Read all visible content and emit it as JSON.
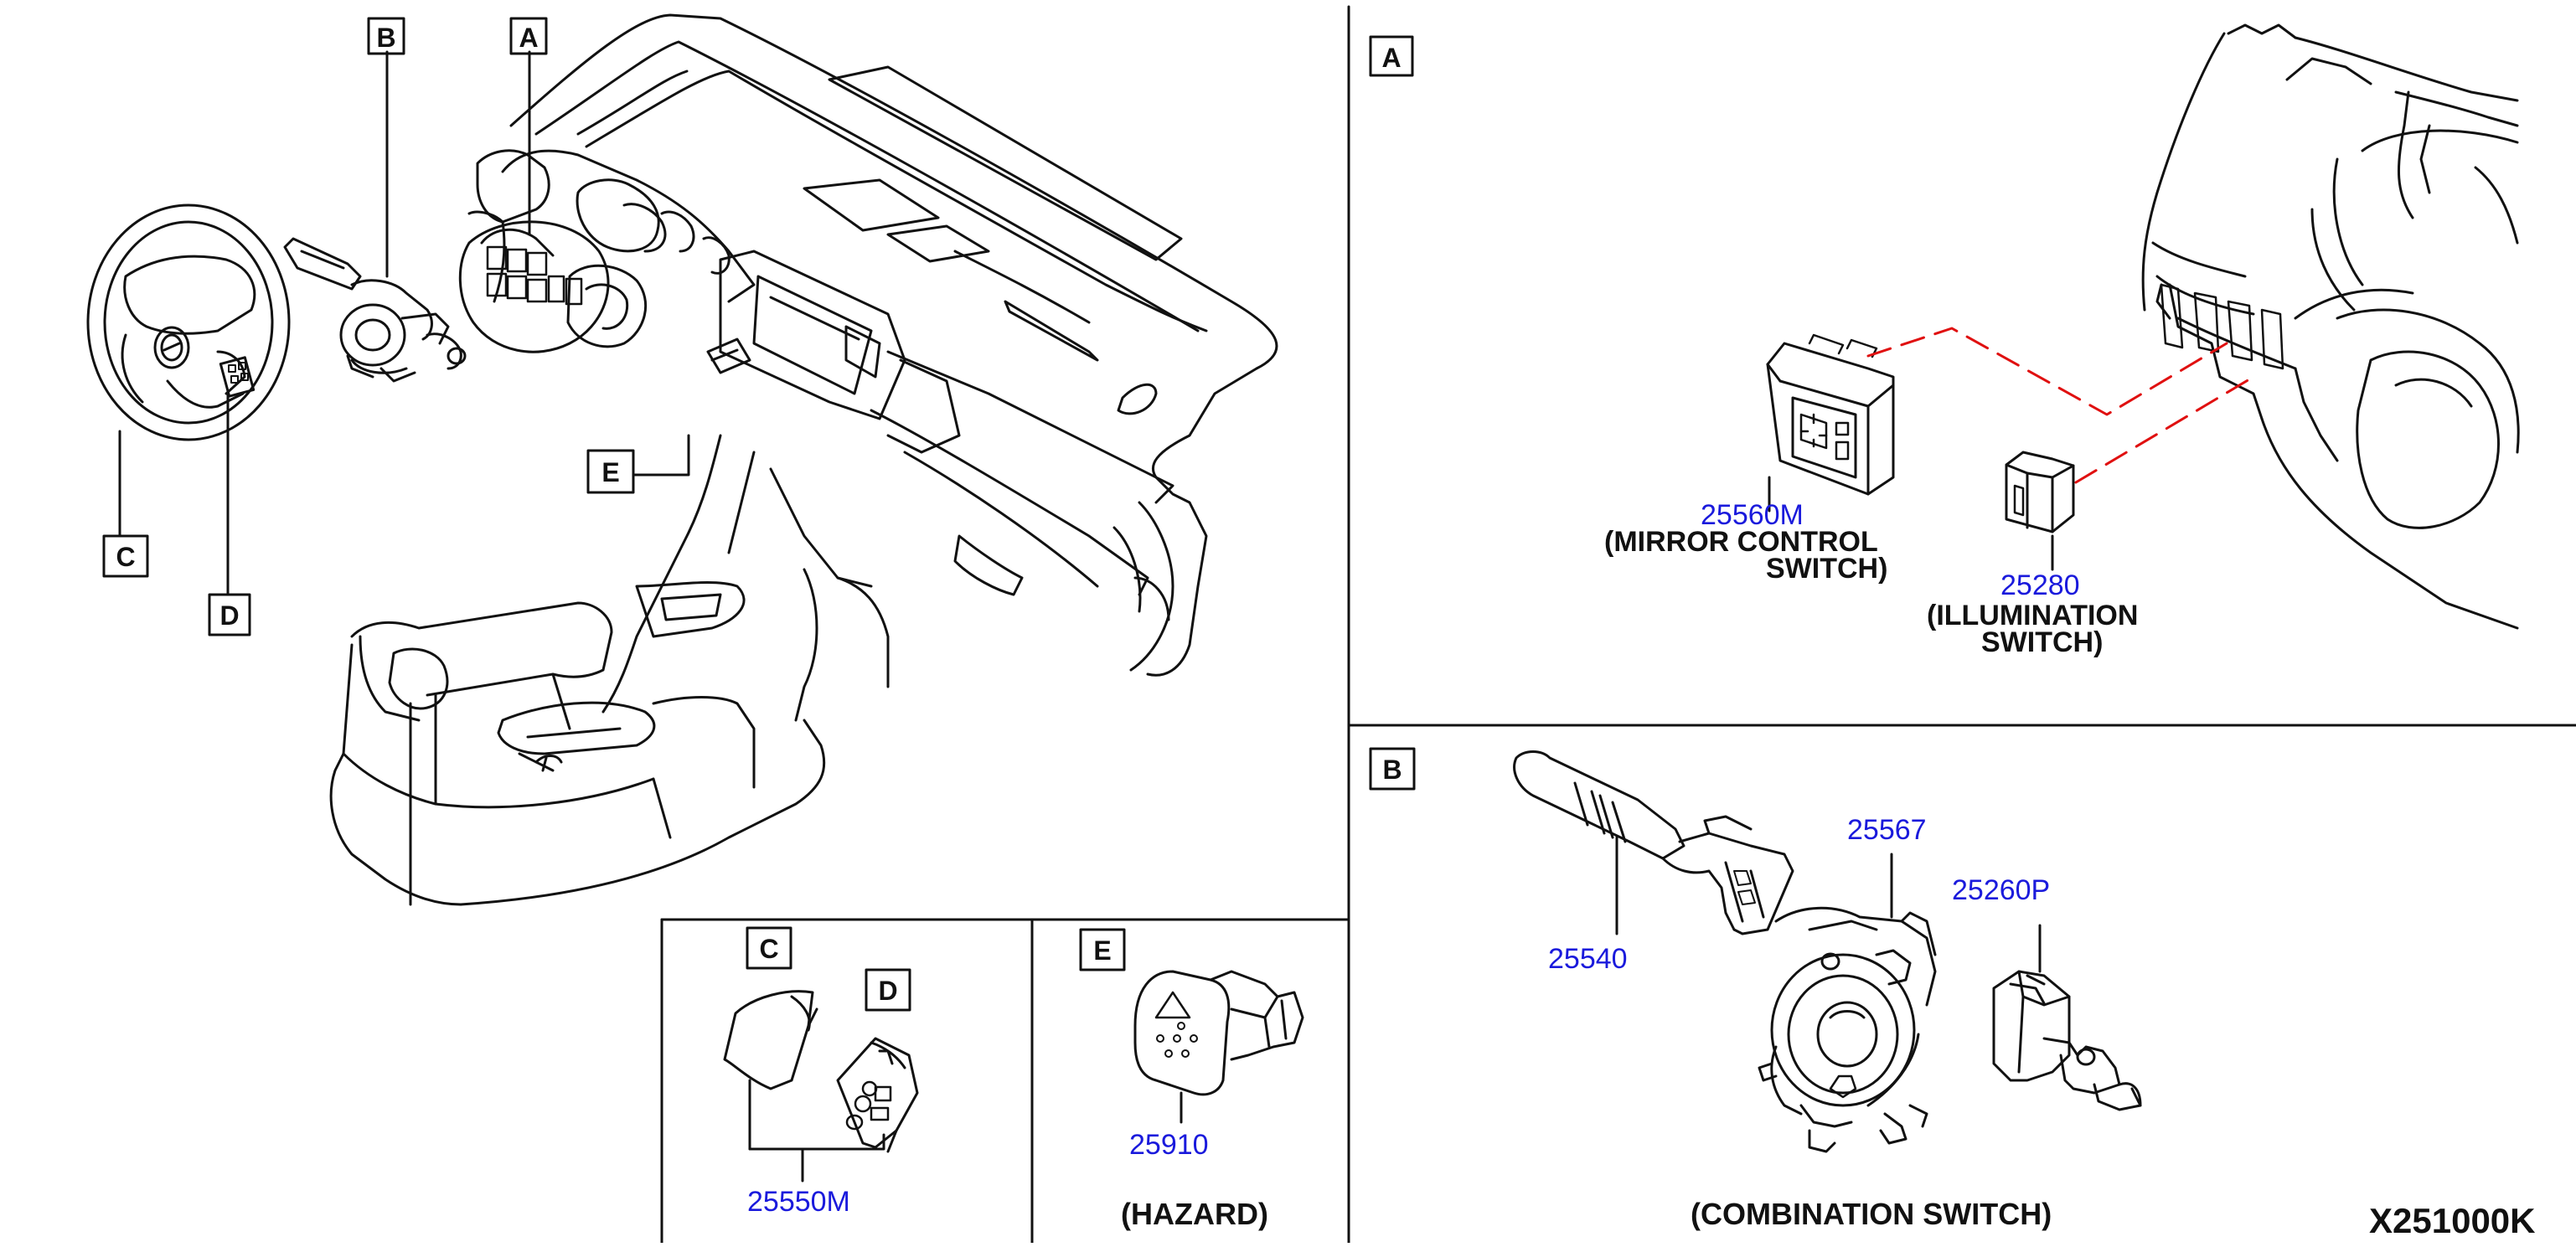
{
  "callouts": {
    "A_main": "A",
    "B_main": "B",
    "C_main": "C",
    "D_main": "D",
    "E_main": "E",
    "A_panel": "A",
    "B_panel": "B",
    "C_panel": "C",
    "D_panel": "D",
    "E_panel": "E"
  },
  "parts": {
    "mirror_control": {
      "number": "25560M",
      "name_line1": "(MIRROR CONTROL",
      "name_line2": "SWITCH)"
    },
    "illumination": {
      "number": "25280",
      "name_line1": "(ILLUMINATION",
      "name_line2": "SWITCH)"
    },
    "combination_lever_left": {
      "number": "25540"
    },
    "spiral_cable": {
      "number": "25567"
    },
    "combination_lever_right": {
      "number": "25260P"
    },
    "steering_switch": {
      "number": "25550M"
    },
    "hazard": {
      "number": "25910",
      "name": "(HAZARD)"
    }
  },
  "captions": {
    "combination": "(COMBINATION SWITCH)"
  },
  "diagram_code": "X251000K",
  "colors": {
    "part_number": "#1a1adc",
    "line": "#111111",
    "leader_dashed": "#e01010"
  }
}
